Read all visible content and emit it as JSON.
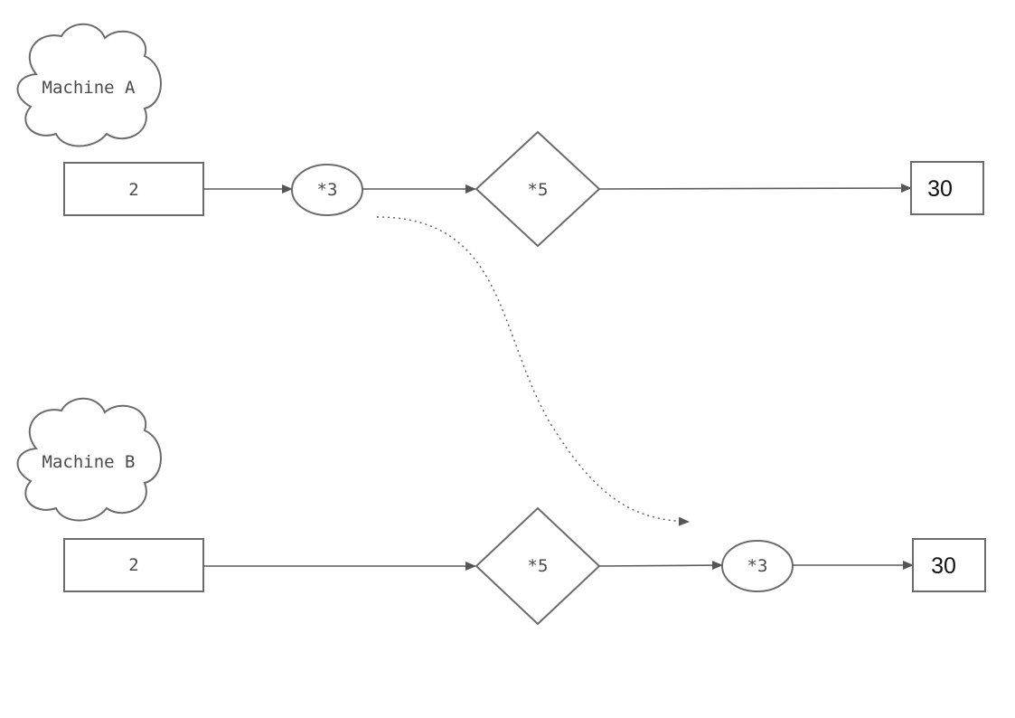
{
  "machine_a": {
    "label": "Machine A",
    "input": "2",
    "op1": "*3",
    "op2": "*5",
    "output": "30"
  },
  "machine_b": {
    "label": "Machine B",
    "input": "2",
    "op1": "*5",
    "op2": "*3",
    "output": "30"
  }
}
